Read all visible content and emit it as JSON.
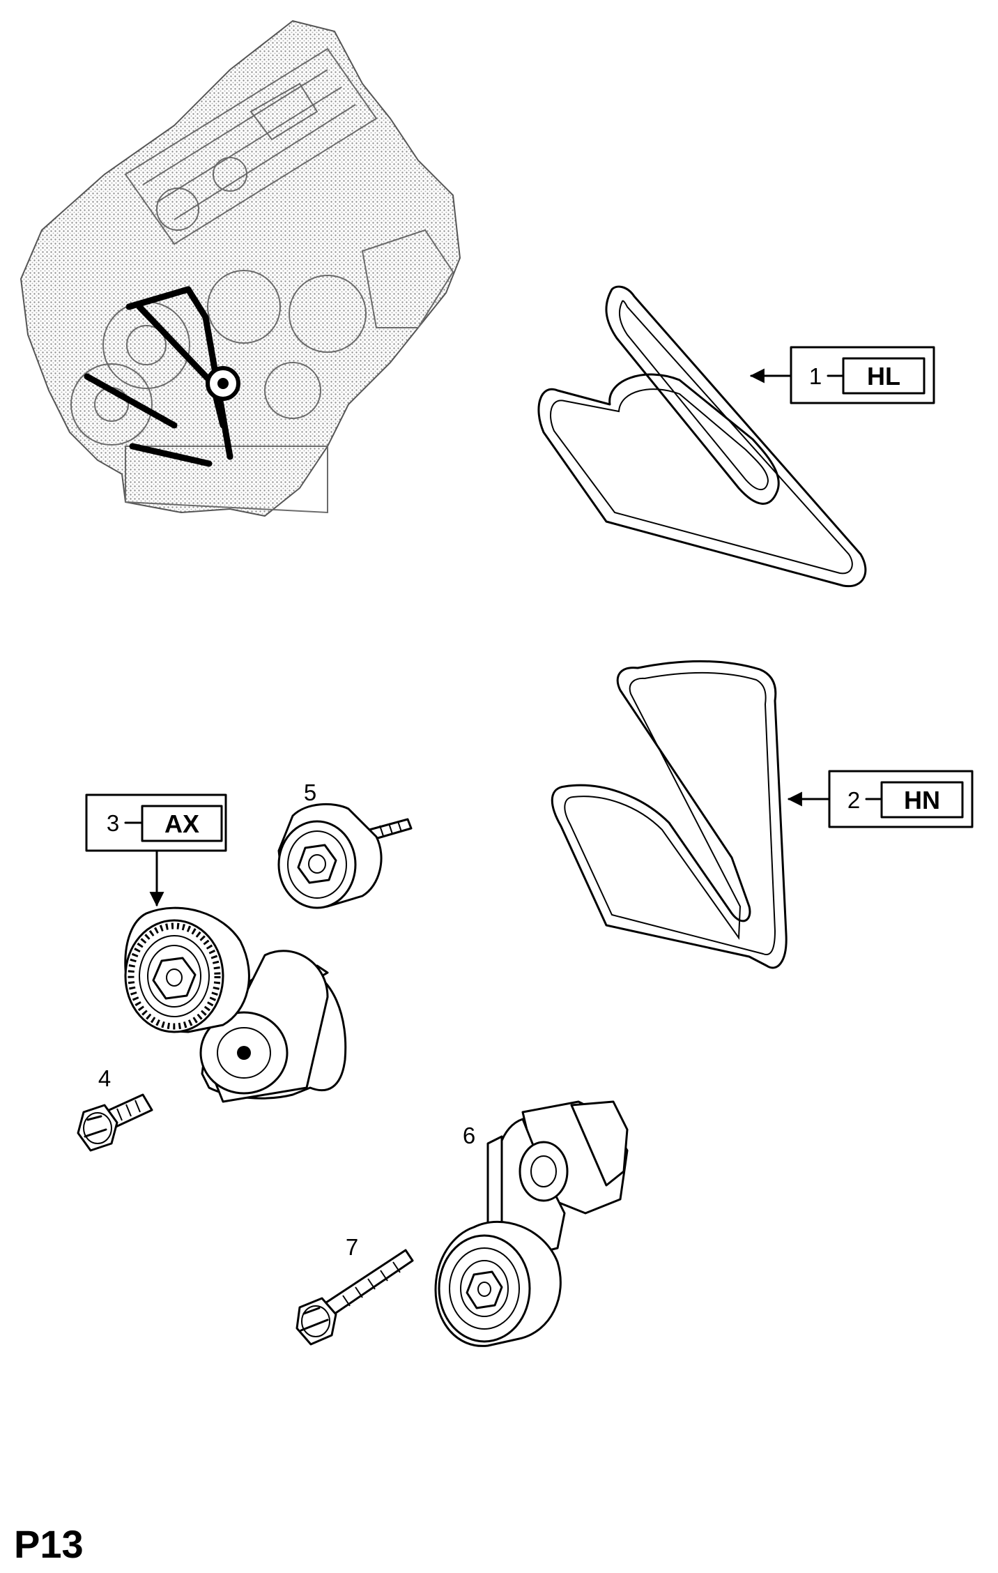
{
  "page": {
    "id": "P13"
  },
  "callouts": [
    {
      "ref": "1",
      "code": "HL"
    },
    {
      "ref": "2",
      "code": "HN"
    },
    {
      "ref": "3",
      "code": "AX"
    }
  ],
  "part_numbers": [
    {
      "ref": "4"
    },
    {
      "ref": "5"
    },
    {
      "ref": "6"
    },
    {
      "ref": "7"
    }
  ],
  "colors": {
    "ink": "#000000",
    "paper": "#ffffff",
    "stipple": "#9a9a9a"
  }
}
